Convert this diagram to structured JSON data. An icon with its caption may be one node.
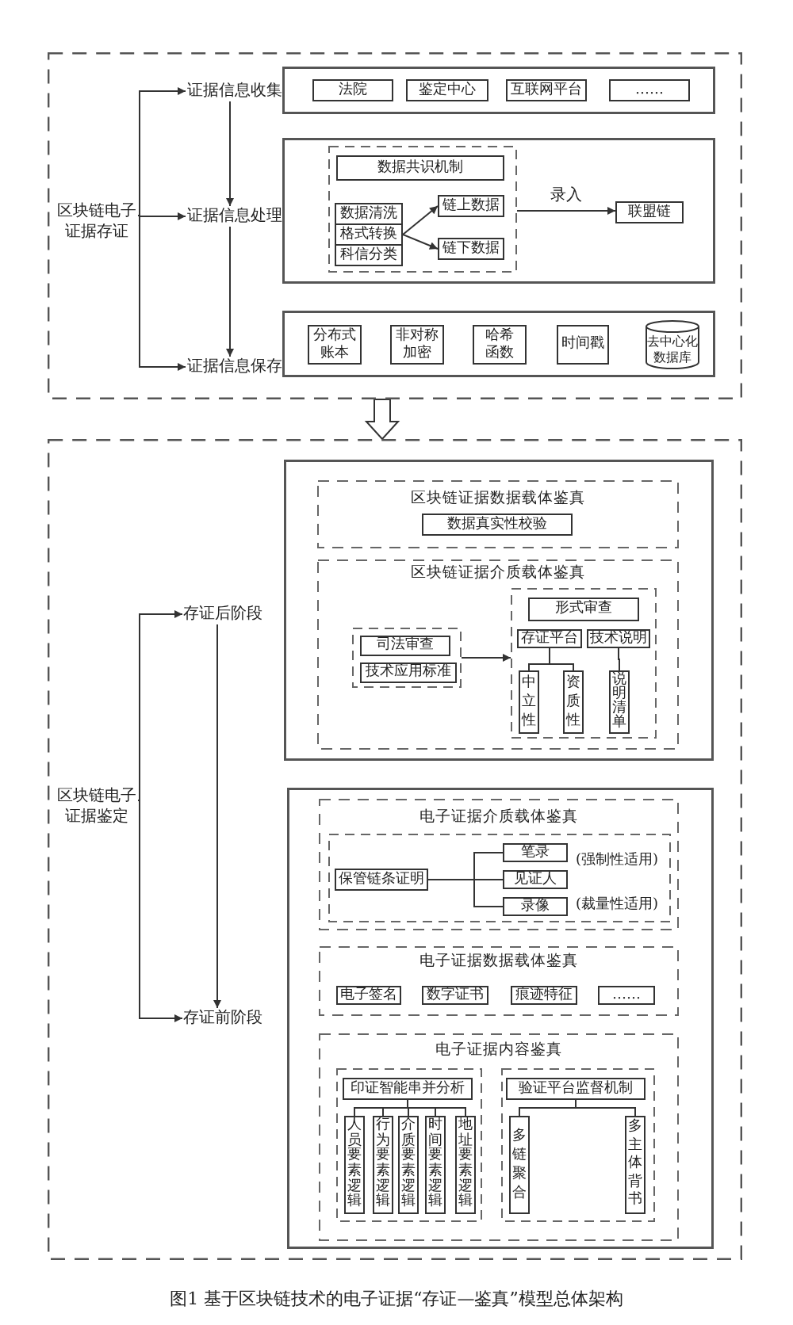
{
  "diagram": {
    "caption": "图1 基于区块链技术的电子证据“存证—鉴真”模型总体架构",
    "nodes": [
      {
        "text": [],
        "shape": "box"
      },
      {
        "text": [
          "区块链电子证据存证"
        ],
        "in": 0
      },
      {
        "text": [
          "证据信息收集"
        ],
        "in": 0
      },
      {
        "text": [
          "证据信息处理"
        ],
        "in": 0
      },
      {
        "text": [
          "证据信息保存"
        ],
        "in": 0
      },
      {
        "text": [],
        "shape": "box",
        "in": 0
      },
      {
        "text": [
          "法院"
        ],
        "in": 5
      },
      {
        "text": [
          "鉴定中心"
        ],
        "in": 5
      },
      {
        "text": [
          "互联网平台"
        ],
        "in": 5
      },
      {
        "text": [
          "……"
        ],
        "in": 5
      },
      {
        "text": [],
        "shape": "box",
        "in": 0
      },
      {
        "text": [],
        "shape": "box",
        "in": 10
      },
      {
        "text": [
          "数据共识机制"
        ],
        "in": 11
      },
      {
        "text": [
          "数据清洗"
        ],
        "in": 11
      },
      {
        "text": [
          "格式转换"
        ],
        "in": 11
      },
      {
        "text": [
          "科信分类"
        ],
        "in": 11
      },
      {
        "text": [
          "链上数据"
        ],
        "in": 11
      },
      {
        "text": [
          "链下数据"
        ],
        "in": 11
      },
      {
        "text": [
          "联盟链"
        ],
        "in": 10
      },
      {
        "text": [],
        "shape": "box",
        "in": 0
      },
      {
        "text": [
          "分布式账本"
        ],
        "in": 19
      },
      {
        "text": [
          "非对称加密"
        ],
        "in": 19
      },
      {
        "text": [
          "哈希函数"
        ],
        "in": 19
      },
      {
        "text": [
          "时间戳"
        ],
        "in": 19
      },
      {
        "text": [
          "去中心化数据库"
        ],
        "in": 19
      },
      {
        "text": [],
        "shape": "box"
      },
      {
        "text": [
          "区块链电子证据鉴定"
        ],
        "in": 25
      },
      {
        "text": [
          "存证后阶段"
        ],
        "in": 25
      },
      {
        "text": [
          "存证前阶段"
        ],
        "in": 25
      },
      {
        "text": [],
        "shape": "box",
        "in": 25
      },
      {
        "text": [
          "区块链证据数据载体鉴真"
        ],
        "in": 29
      },
      {
        "text": [
          "数据真实性校验"
        ],
        "in": 30
      },
      {
        "text": [
          "区块链证据介质载体鉴真"
        ],
        "in": 29
      },
      {
        "text": [],
        "shape": "box",
        "in": 32
      },
      {
        "text": [
          "司法审查"
        ],
        "in": 33
      },
      {
        "text": [
          "技术应用标准"
        ],
        "in": 33
      },
      {
        "text": [],
        "shape": "box",
        "in": 32
      },
      {
        "text": [
          "形式审查"
        ],
        "in": 36
      },
      {
        "text": [
          "存证平台"
        ],
        "in": 36
      },
      {
        "text": [
          "技术说明"
        ],
        "in": 36
      },
      {
        "text": [
          "中立性"
        ],
        "in": 36
      },
      {
        "text": [
          "资质性"
        ],
        "in": 36
      },
      {
        "text": [
          "说明清单"
        ],
        "in": 36
      },
      {
        "text": [],
        "shape": "box",
        "in": 25
      },
      {
        "text": [
          "电子证据介质载体鉴真"
        ],
        "in": 43
      },
      {
        "text": [],
        "shape": "box",
        "in": 44
      },
      {
        "text": [
          "保管链条证明"
        ],
        "in": 45
      },
      {
        "text": [
          "笔录"
        ],
        "in": 45,
        "beside": [
          "(强制性适用)"
        ]
      },
      {
        "text": [
          "见证人"
        ],
        "in": 45
      },
      {
        "text": [
          "录像"
        ],
        "in": 45,
        "beside": [
          "(裁量性适用)"
        ]
      },
      {
        "text": [
          "电子证据数据载体鉴真"
        ],
        "in": 43
      },
      {
        "text": [
          "电子签名"
        ],
        "in": 50
      },
      {
        "text": [
          "数字证书"
        ],
        "in": 50
      },
      {
        "text": [
          "痕迹特征"
        ],
        "in": 50
      },
      {
        "text": [
          "……"
        ],
        "in": 50
      },
      {
        "text": [
          "电子证据内容鉴真"
        ],
        "in": 43
      },
      {
        "text": [],
        "shape": "box",
        "in": 55
      },
      {
        "text": [
          "印证智能串并分析"
        ],
        "in": 56
      },
      {
        "text": [
          "人员要素逻辑"
        ],
        "in": 56
      },
      {
        "text": [
          "行为要素逻辑"
        ],
        "in": 56
      },
      {
        "text": [
          "介质要素逻辑"
        ],
        "in": 56
      },
      {
        "text": [
          "时间要素逻辑"
        ],
        "in": 56
      },
      {
        "text": [
          "地址要素逻辑"
        ],
        "in": 56
      },
      {
        "text": [],
        "shape": "box",
        "in": 55
      },
      {
        "text": [
          "验证平台监督机制"
        ],
        "in": 63
      },
      {
        "text": [
          "多链聚合"
        ],
        "in": 63
      },
      {
        "text": [
          "多主体背书"
        ],
        "in": 63
      }
    ],
    "edges": [
      {
        "from": 1,
        "to": 2,
        "arrow": "to"
      },
      {
        "from": 1,
        "to": 3,
        "arrow": "to"
      },
      {
        "from": 1,
        "to": 4,
        "arrow": "to"
      },
      {
        "from": 2,
        "to": 3,
        "arrow": "to"
      },
      {
        "from": 3,
        "to": 4,
        "arrow": "to"
      },
      {
        "from": 14,
        "to": 16,
        "arrow": "to"
      },
      {
        "from": 14,
        "to": 17,
        "arrow": "to"
      },
      {
        "from": 11,
        "to": 18,
        "arrow": "to",
        "label": "录入"
      },
      {
        "from": 0,
        "to": 25,
        "arrow": "to"
      },
      {
        "from": 26,
        "to": 27,
        "arrow": "to"
      },
      {
        "from": 26,
        "to": 28,
        "arrow": "to"
      },
      {
        "from": 27,
        "to": 28,
        "arrow": "to"
      },
      {
        "from": 33,
        "to": 36,
        "arrow": "to"
      },
      {
        "from": 38,
        "to": 40,
        "arrow": "none"
      },
      {
        "from": 38,
        "to": 41,
        "arrow": "none"
      },
      {
        "from": 39,
        "to": 42,
        "arrow": "none"
      },
      {
        "from": 46,
        "to": 47,
        "arrow": "none"
      },
      {
        "from": 46,
        "to": 48,
        "arrow": "none"
      },
      {
        "from": 46,
        "to": 49,
        "arrow": "none"
      },
      {
        "from": 57,
        "to": 58,
        "arrow": "none"
      },
      {
        "from": 57,
        "to": 59,
        "arrow": "none"
      },
      {
        "from": 57,
        "to": 60,
        "arrow": "none"
      },
      {
        "from": 57,
        "to": 61,
        "arrow": "none"
      },
      {
        "from": 57,
        "to": 62,
        "arrow": "none"
      },
      {
        "from": 64,
        "to": 65,
        "arrow": "none"
      },
      {
        "from": 64,
        "to": 66,
        "arrow": "none"
      }
    ]
  }
}
